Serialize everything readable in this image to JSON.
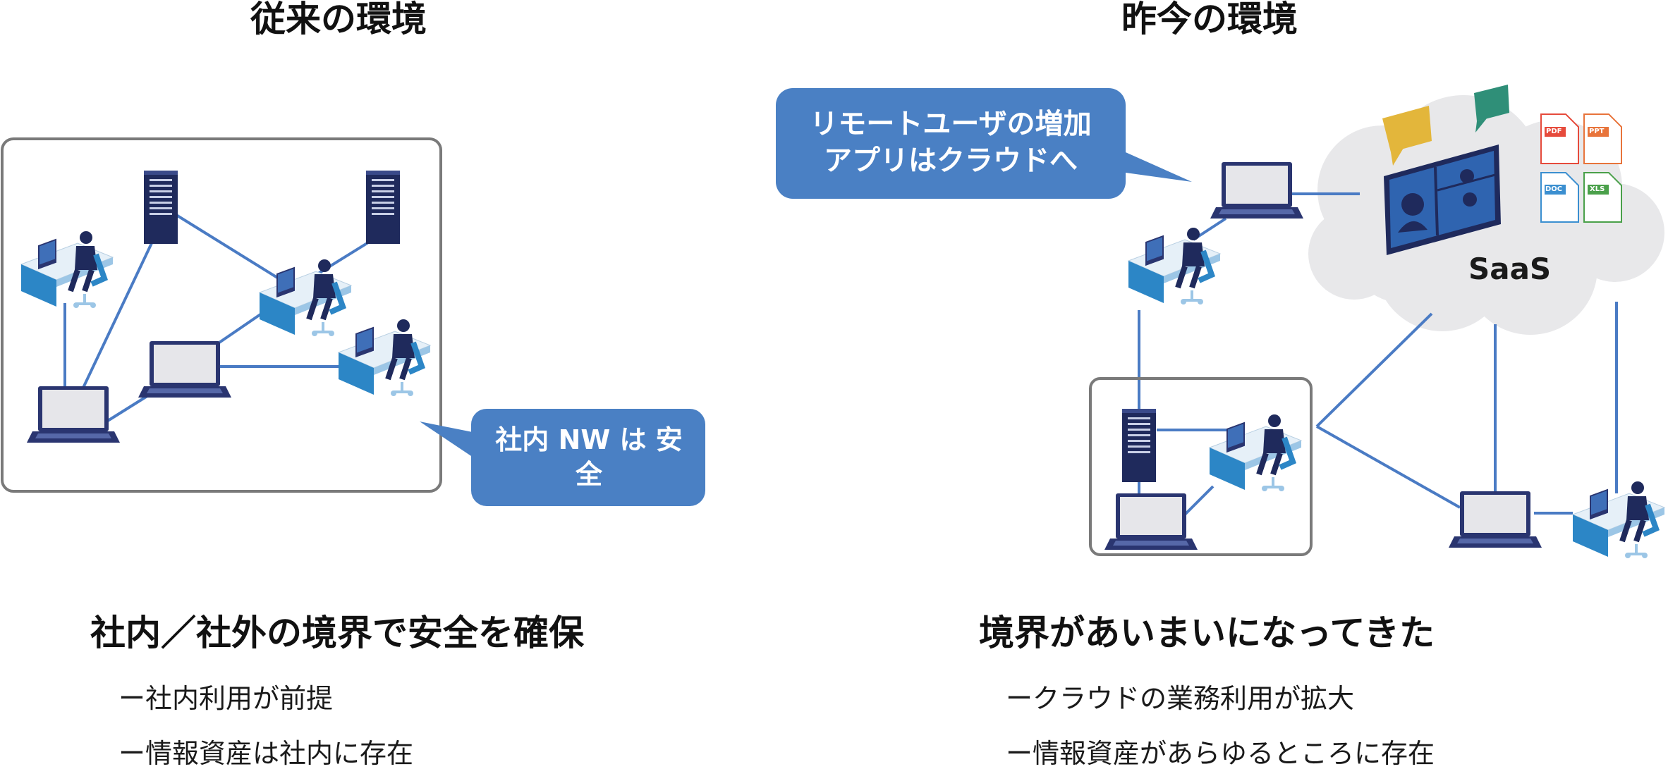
{
  "left": {
    "title": "従来の環境",
    "callout": "社内 NW は 安全",
    "summary": "社内／社外の境界で安全を確保",
    "bullets": [
      "ー社内利用が前提",
      "ー情報資産は社内に存在"
    ]
  },
  "right": {
    "title": "昨今の環境",
    "callout_line1": "リモートユーザの増加",
    "callout_line2": "アプリはクラウドへ",
    "cloud_label": "SaaS",
    "files": [
      "PDF",
      "PPT",
      "DOC",
      "XLS"
    ],
    "summary": "境界があいまいになってきた",
    "bullets": [
      "ークラウドの業務利用が拡大",
      "ー情報資産があらゆるところに存在"
    ]
  },
  "colors": {
    "line": "#4a7bc4",
    "callout": "#4a80c4",
    "frame": "#7a7a7a",
    "navy": "#1f2a5c",
    "desk": "#e6f0f8",
    "desk_side": "#2c86c6",
    "cloud": "#e8e8ea",
    "pdf": "#e64b3c",
    "ppt": "#e8743b",
    "doc": "#3b8fd0",
    "xls": "#4aa04a",
    "chat_yellow": "#e3b63b",
    "chat_green": "#2f8f78"
  }
}
